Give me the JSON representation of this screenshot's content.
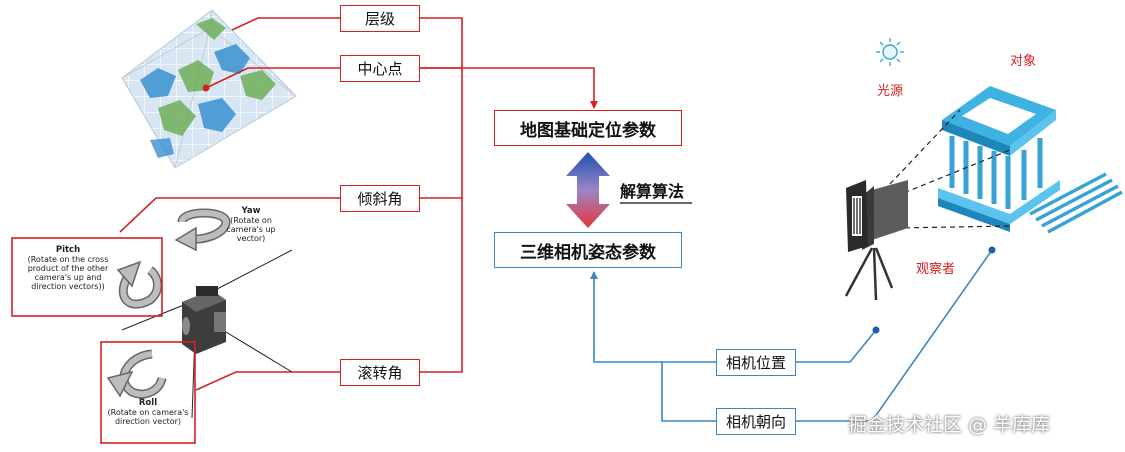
{
  "params": {
    "level": "层级",
    "center": "中心点",
    "tilt": "倾斜角",
    "roll": "滚转角"
  },
  "center_blocks": {
    "map_params": "地图基础定位参数",
    "algorithm": "解算算法",
    "camera_params": "三维相机姿态参数"
  },
  "camera_inputs": {
    "position": "相机位置",
    "direction": "相机朝向"
  },
  "rotations": {
    "yaw_title": "Yaw",
    "yaw_desc": "(Rotate on camera's up vector)",
    "pitch_title": "Pitch",
    "pitch_desc": "(Rotate on the cross product of the other camera's up and direction vectors))",
    "roll_title": "Roll",
    "roll_desc": "(Rotate on camera's direction vector)"
  },
  "scene": {
    "light": "光源",
    "object": "对象",
    "observer": "观察者"
  },
  "watermark": "掘金技术社区 @ 羊库库",
  "colors": {
    "red": "#d62020",
    "blue": "#3b87c3",
    "map_blue": "#3a8fd0",
    "map_green": "#6fae57"
  }
}
